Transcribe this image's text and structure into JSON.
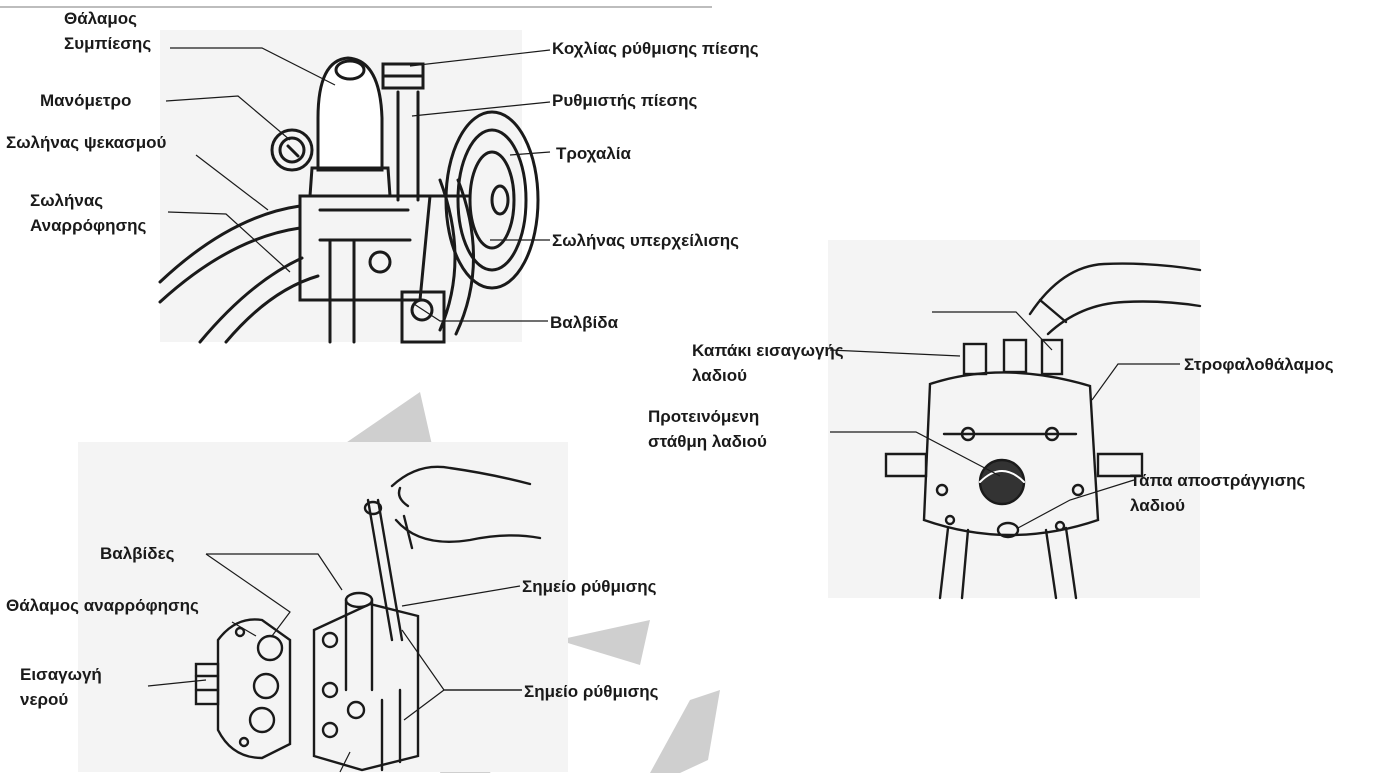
{
  "panels": {
    "pump_front": {
      "labels": {
        "compression_chamber": [
          "Θάλαμος",
          "Συμπίεσης"
        ],
        "pressure_gauge": "Μανόμετρο",
        "spray_hose": "Σωλήνας ψεκασμού",
        "suction_hose": [
          "Σωλήνας",
          "Αναρρόφησης"
        ],
        "pressure_screw": "Κοχλίας ρύθμισης πίεσης",
        "pressure_regulator": "Ρυθμιστής πίεσης",
        "pulley": "Τροχαλία",
        "overflow_hose": "Σωλήνας υπερχείλισης",
        "valve": "Βαλβίδα"
      }
    },
    "valve_block": {
      "labels": {
        "valves": "Βαλβίδες",
        "suction_chamber": "Θάλαμος αναρρόφησης",
        "water_inlet": [
          "Εισαγωγή",
          "νερού"
        ],
        "adjust_point_1": "Σημείο ρύθμισης",
        "adjust_point_2": "Σημείο ρύθμισης"
      }
    },
    "crankcase": {
      "labels": {
        "oil_cap": [
          "Καπάκι εισαγωγής",
          "λαδιού"
        ],
        "oil_level": [
          "Προτεινόμενη",
          "στάθμη λαδιού"
        ],
        "crankcase": "Στροφαλοθάλαμος",
        "drain_plug": [
          "Τάπα αποστράγγισης",
          "λαδιού"
        ]
      }
    }
  },
  "colors": {
    "line": "#1a1a1a",
    "watermark": "#cfcfcf",
    "paper": "#f4f4f4"
  }
}
